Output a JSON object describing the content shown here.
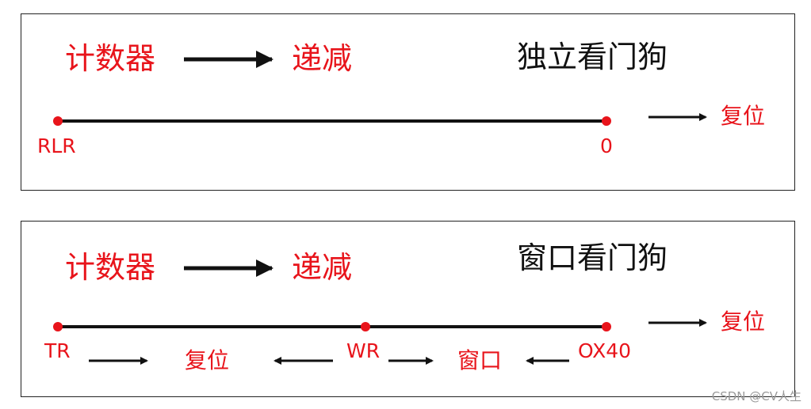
{
  "colors": {
    "accent_red": "#e8141b",
    "line": "#111111",
    "border": "#222222"
  },
  "independent_panel": {
    "counter_label": "计数器",
    "decrement_label": "递减",
    "title": "独立看门狗",
    "start_label": "RLR",
    "end_label": "0",
    "reset_label": "复位"
  },
  "window_panel": {
    "counter_label": "计数器",
    "decrement_label": "递减",
    "title": "窗口看门狗",
    "start_label": "TR",
    "mid_label": "WR",
    "end_label": "OX40",
    "reset_label_right": "复位",
    "reset_label_below": "复位",
    "window_label_below": "窗口"
  },
  "watermark": "CSDN @CV人生"
}
